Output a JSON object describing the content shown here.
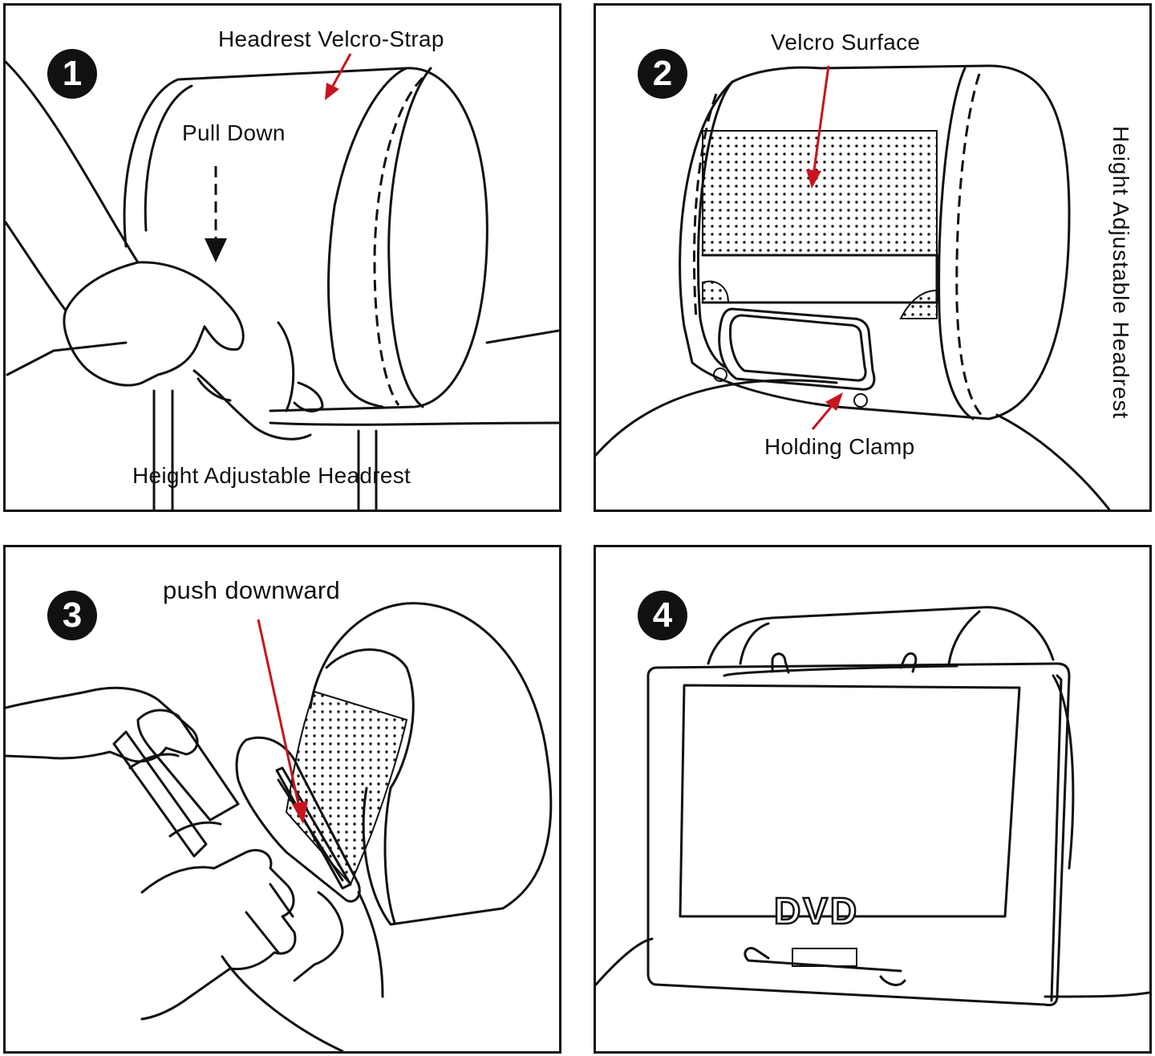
{
  "steps": [
    {
      "number": "1",
      "labels": {
        "strap": "Headrest Velcro-Strap",
        "action": "Pull Down",
        "headrest": "Height Adjustable Headrest"
      }
    },
    {
      "number": "2",
      "labels": {
        "velcro": "Velcro Surface",
        "clamp": "Holding Clamp",
        "headrest_vertical": "Height Adjustable Headrest"
      }
    },
    {
      "number": "3",
      "labels": {
        "action": "push downward"
      }
    },
    {
      "number": "4",
      "labels": {
        "device": "DVD"
      }
    }
  ],
  "colors": {
    "line": "#111111",
    "arrow": "#c8141e",
    "background": "#ffffff"
  },
  "icons": {
    "arrow": "red-pointer-arrow",
    "pull_down": "dashed-down-arrow"
  }
}
